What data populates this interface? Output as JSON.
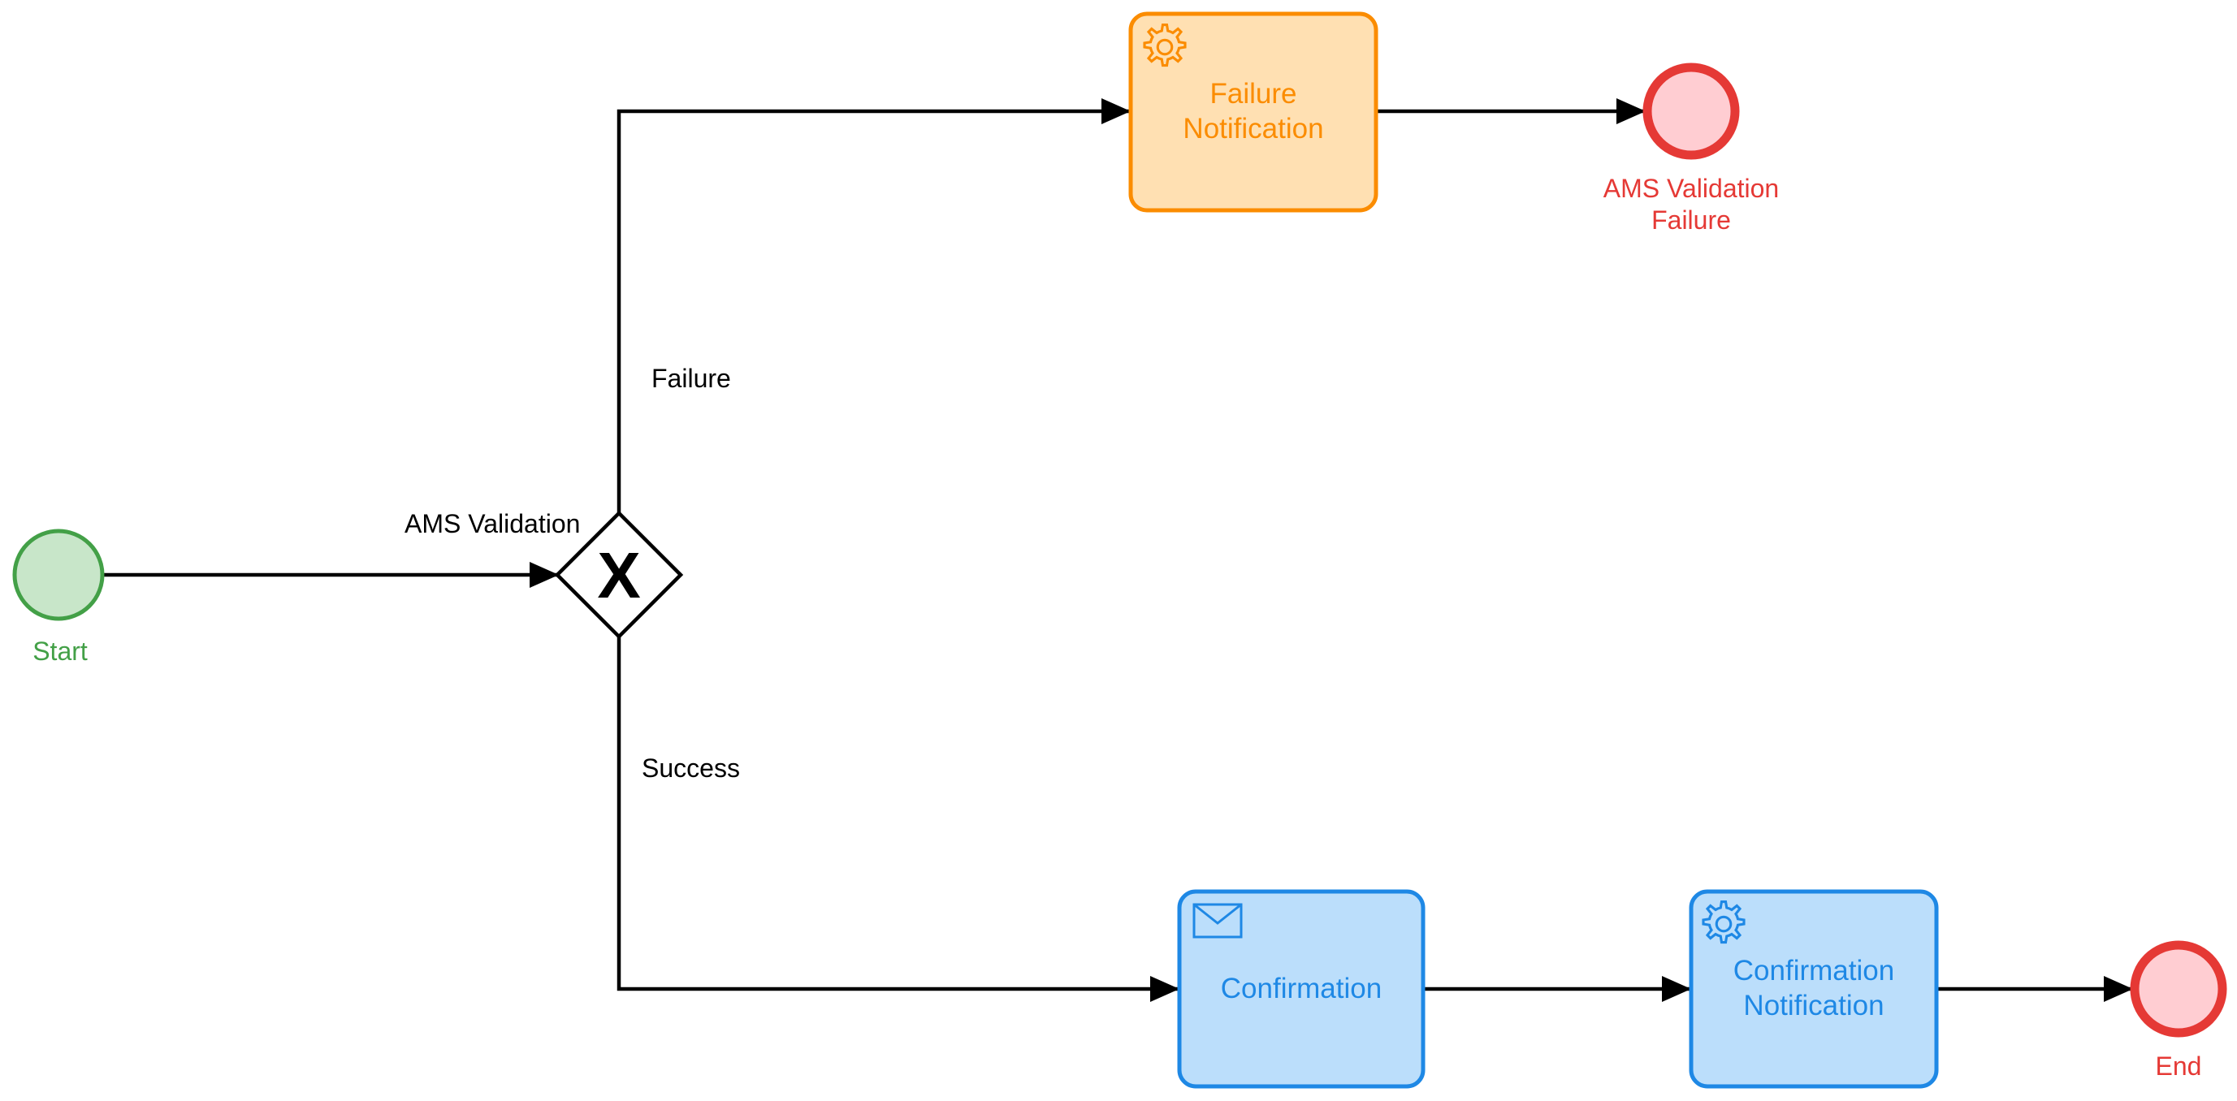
{
  "colors": {
    "start_stroke": "#43a047",
    "start_fill": "#c8e6c9",
    "end_stroke": "#e53935",
    "end_fill": "#ffcdd2",
    "failure_task_stroke": "#fb8c00",
    "failure_task_fill": "#ffe0b2",
    "confirm_task_stroke": "#1e88e5",
    "confirm_task_fill": "#bbdefb",
    "flow_line": "#000000"
  },
  "start_event": {
    "label": "Start"
  },
  "gateway": {
    "label": "AMS Validation",
    "marker": "X"
  },
  "flows": {
    "failure_label": "Failure",
    "success_label": "Success"
  },
  "failure_task": {
    "line1": "Failure",
    "line2": "Notification",
    "icon": "gear-icon"
  },
  "failure_end": {
    "line1": "AMS Validation",
    "line2": "Failure"
  },
  "confirmation_task": {
    "label": "Confirmation",
    "icon": "envelope-icon"
  },
  "confirmation_notification_task": {
    "line1": "Confirmation",
    "line2": "Notification",
    "icon": "gear-icon"
  },
  "end_event": {
    "label": "End"
  }
}
